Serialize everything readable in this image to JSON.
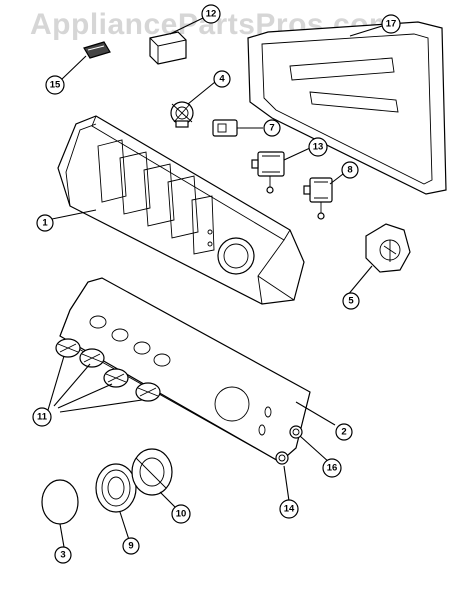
{
  "watermark": "AppliancePartsPros.com",
  "callouts": [
    {
      "id": "c1",
      "label": "1"
    },
    {
      "id": "c2",
      "label": "2"
    },
    {
      "id": "c3",
      "label": "3"
    },
    {
      "id": "c4",
      "label": "4"
    },
    {
      "id": "c5",
      "label": "5"
    },
    {
      "id": "c7",
      "label": "7"
    },
    {
      "id": "c8",
      "label": "8"
    },
    {
      "id": "c9",
      "label": "9"
    },
    {
      "id": "c10",
      "label": "10"
    },
    {
      "id": "c11",
      "label": "11"
    },
    {
      "id": "c12",
      "label": "12"
    },
    {
      "id": "c13",
      "label": "13"
    },
    {
      "id": "c14",
      "label": "14"
    },
    {
      "id": "c15",
      "label": "15"
    },
    {
      "id": "c16",
      "label": "16"
    },
    {
      "id": "c17",
      "label": "17"
    }
  ]
}
